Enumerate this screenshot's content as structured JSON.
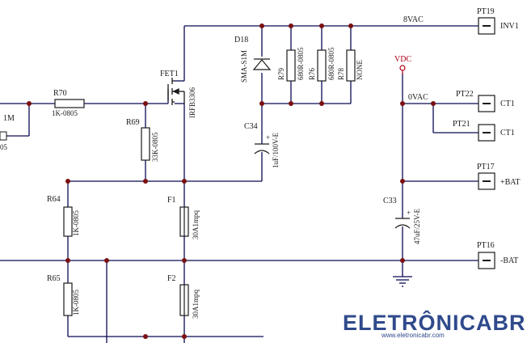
{
  "nets": {
    "vac8": "8VAC",
    "vac0": "0VAC",
    "vdc": "VDC",
    "partial_left": "1M",
    "partial_left2": "05"
  },
  "connectors": {
    "pt19": {
      "ref": "PT19",
      "net": "INV1"
    },
    "pt22": {
      "ref": "PT22",
      "net": "CT1"
    },
    "pt21": {
      "ref": "PT21",
      "net": "CT1"
    },
    "pt17": {
      "ref": "PT17",
      "net": "+BAT"
    },
    "pt16": {
      "ref": "PT16",
      "net": "-BAT"
    }
  },
  "components": {
    "r70": {
      "ref": "R70",
      "value": "1K-0805"
    },
    "r69": {
      "ref": "R69",
      "value": "33K-0805"
    },
    "r64": {
      "ref": "R64",
      "value": "1K-0805"
    },
    "r65": {
      "ref": "R65",
      "value": "1K-0805"
    },
    "fet1": {
      "ref": "FET1",
      "value": "IRFB3306"
    },
    "d18": {
      "ref": "D18",
      "value": "SMA-S1M"
    },
    "r79": {
      "ref": "R79",
      "value": "680R-0805"
    },
    "r76": {
      "ref": "R76",
      "value": "680R-0805"
    },
    "r78": {
      "ref": "R78",
      "value": "NONE"
    },
    "c34": {
      "ref": "C34",
      "value": "1uF/100V-E",
      "polarity": "+"
    },
    "c33": {
      "ref": "C33",
      "value": "47uF/25V-E",
      "polarity": "+"
    },
    "f1": {
      "ref": "F1",
      "value": "30A1mpq"
    },
    "f2": {
      "ref": "F2",
      "value": "30A1mpq"
    }
  },
  "watermark": {
    "brand": "ELETRÔNICABR",
    "url": "www.eletronicabr.com"
  },
  "colors": {
    "wire": "#0a0a55",
    "junction": "#7a1010",
    "vdc": "#b0001a",
    "component": "#1a1a1a",
    "brand": "#2f4a8c"
  }
}
